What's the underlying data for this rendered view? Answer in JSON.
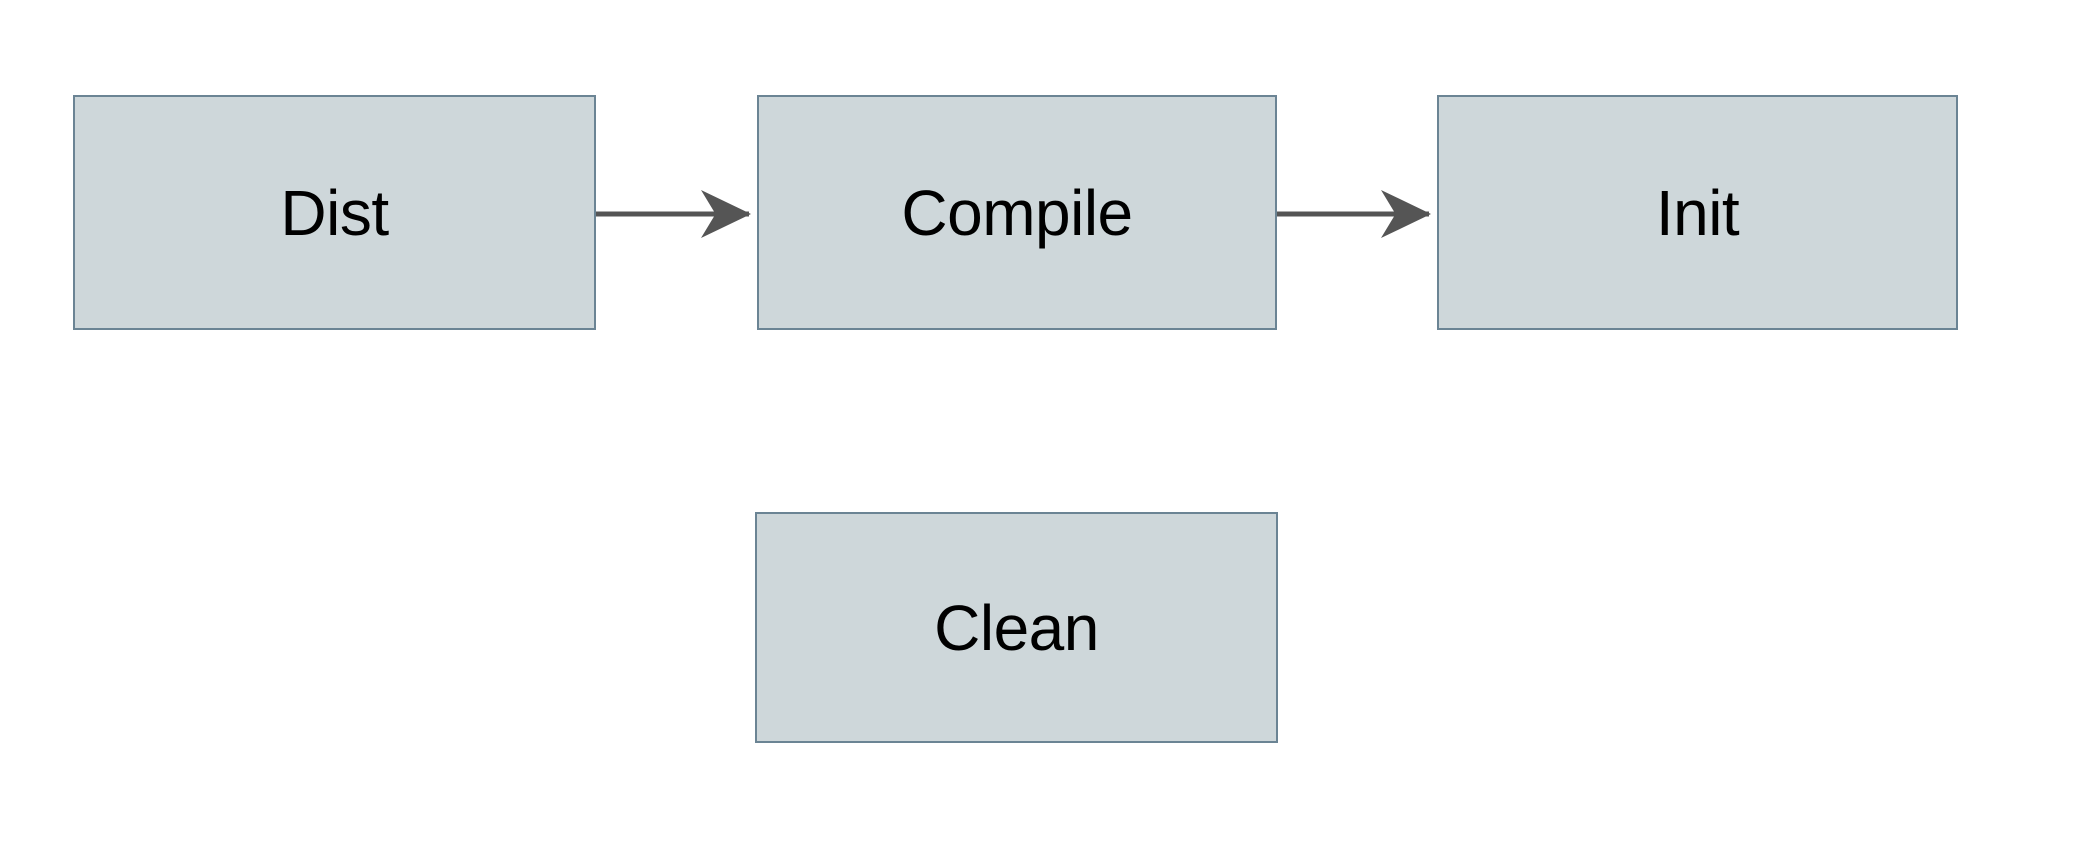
{
  "diagram": {
    "type": "flowchart",
    "orientation": "left-to-right",
    "background_color": "#ffffff",
    "node_fill_color": "#ced7da",
    "node_border_color": "#6b8494",
    "edge_color": "#555555",
    "label_color": "#000000",
    "nodes": [
      {
        "id": "dist",
        "label": "Dist",
        "shape": "rectangle",
        "row": 1,
        "column": 1
      },
      {
        "id": "compile",
        "label": "Compile",
        "shape": "rectangle",
        "row": 1,
        "column": 2
      },
      {
        "id": "init",
        "label": "Init",
        "shape": "rectangle",
        "row": 1,
        "column": 3
      },
      {
        "id": "clean",
        "label": "Clean",
        "shape": "rectangle",
        "row": 2,
        "column": 2
      }
    ],
    "edges": [
      {
        "id": "edge-dist-compile",
        "from": "dist",
        "to": "compile",
        "style": "solid",
        "arrowhead": "filled-stealth",
        "label": ""
      },
      {
        "id": "edge-compile-init",
        "from": "compile",
        "to": "init",
        "style": "solid",
        "arrowhead": "filled-stealth",
        "label": ""
      }
    ]
  }
}
